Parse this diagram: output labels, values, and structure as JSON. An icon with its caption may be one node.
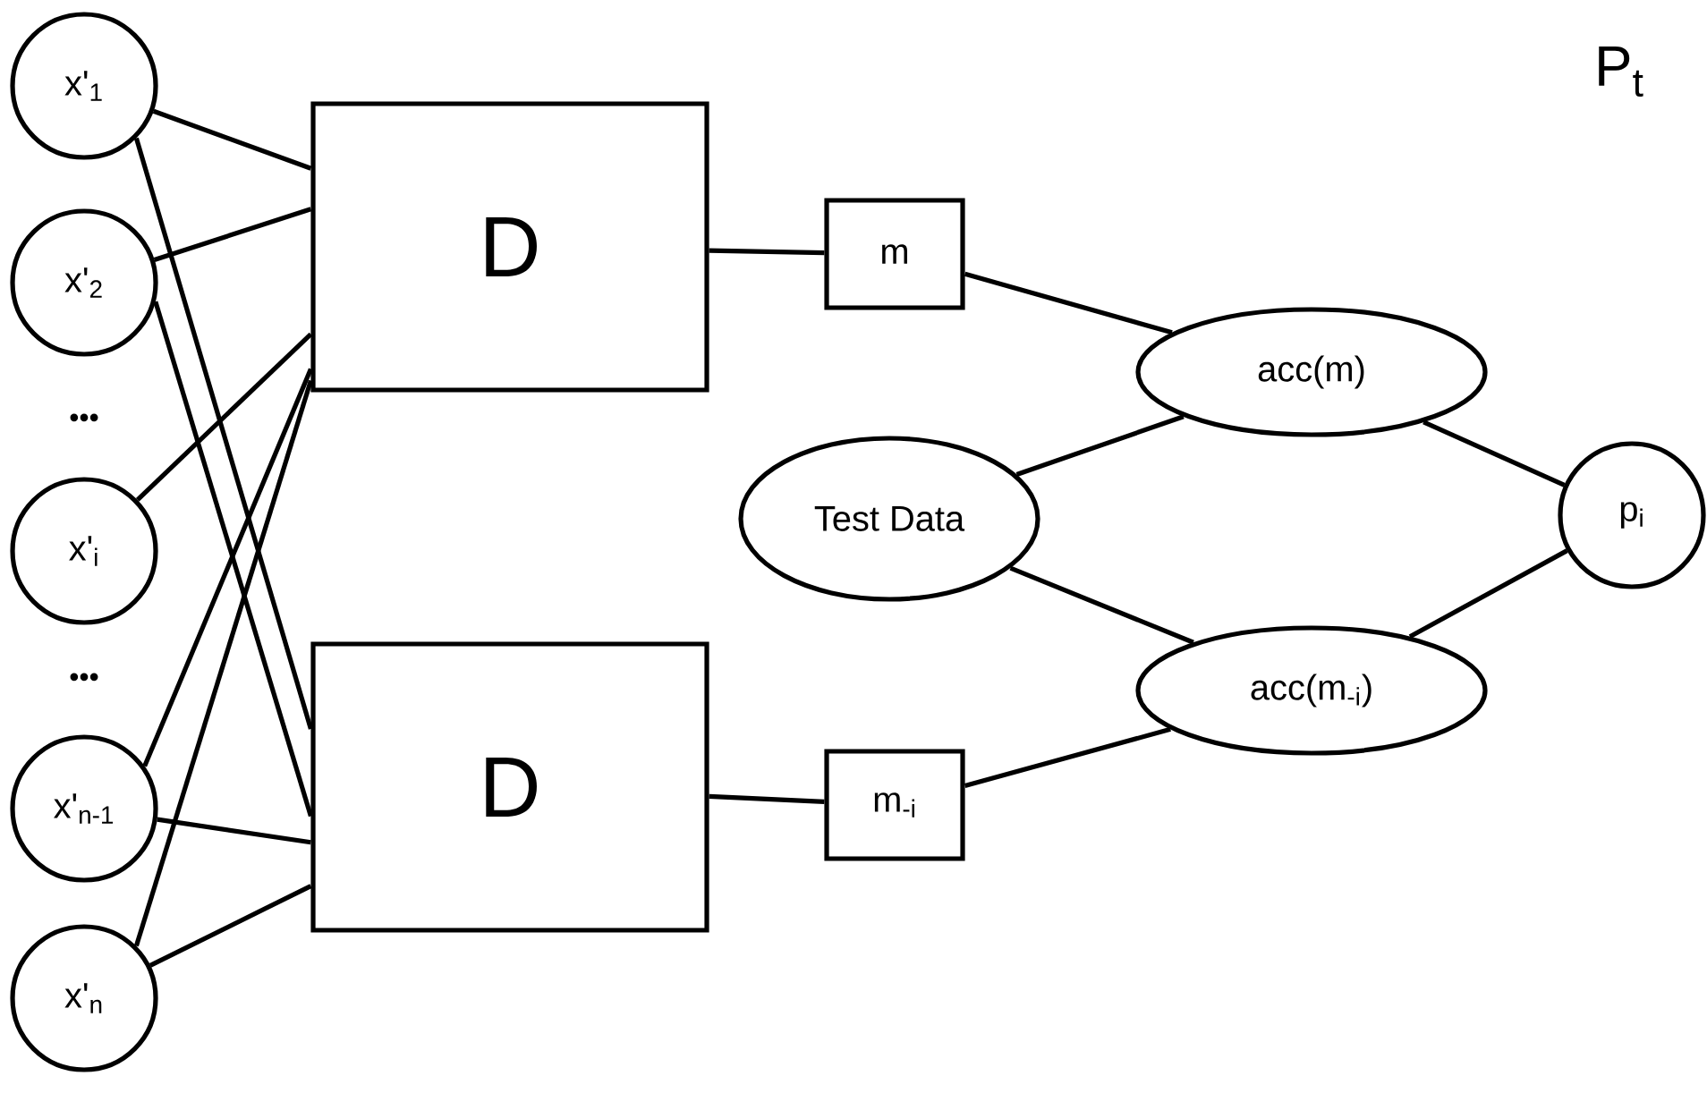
{
  "diagram": {
    "nodes": [
      {
        "text": [
          "x'$_{1}$"
        ]
      },
      {
        "text": [
          "x'$_{2}$"
        ]
      },
      {
        "text": [
          "x'$_{i}$"
        ]
      },
      {
        "text": [
          "x'$_{n-1}$"
        ]
      },
      {
        "text": [
          "x'$_{n}$"
        ]
      },
      {
        "text": [
          "D"
        ]
      },
      {
        "text": [
          "D"
        ]
      },
      {
        "text": [
          "m"
        ]
      },
      {
        "text": [
          "m$_{-i}$"
        ]
      },
      {
        "text": [
          "acc(m)"
        ]
      },
      {
        "text": [
          "Test Data"
        ]
      },
      {
        "text": [
          "acc(m$_{-i}$)"
        ]
      },
      {
        "text": [
          "p$_{i}$"
        ]
      }
    ],
    "edges": [
      {
        "from": 0,
        "to": 5,
        "arrow": "none"
      },
      {
        "from": 0,
        "to": 6,
        "arrow": "none"
      },
      {
        "from": 1,
        "to": 5,
        "arrow": "none"
      },
      {
        "from": 1,
        "to": 6,
        "arrow": "none"
      },
      {
        "from": 2,
        "to": 5,
        "arrow": "none"
      },
      {
        "from": 3,
        "to": 5,
        "arrow": "none"
      },
      {
        "from": 3,
        "to": 6,
        "arrow": "none"
      },
      {
        "from": 4,
        "to": 5,
        "arrow": "none"
      },
      {
        "from": 4,
        "to": 6,
        "arrow": "none"
      },
      {
        "from": 5,
        "to": 7,
        "arrow": "none"
      },
      {
        "from": 6,
        "to": 8,
        "arrow": "none"
      },
      {
        "from": 7,
        "to": 9,
        "arrow": "none"
      },
      {
        "from": 10,
        "to": 9,
        "arrow": "none"
      },
      {
        "from": 10,
        "to": 11,
        "arrow": "none"
      },
      {
        "from": 8,
        "to": 11,
        "arrow": "none"
      },
      {
        "from": 9,
        "to": 12,
        "arrow": "none"
      },
      {
        "from": 11,
        "to": 12,
        "arrow": "none"
      }
    ],
    "labels": [
      "P$_{t}$",
      "•••",
      "•••"
    ]
  }
}
